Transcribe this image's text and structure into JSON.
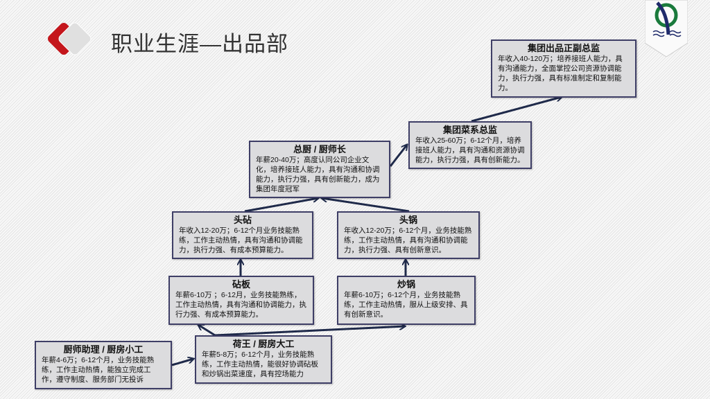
{
  "title": "职业生涯—出品部",
  "colors": {
    "box_fill": "#dcdcde",
    "box_border": "#3e3e66",
    "arrow": "#1f2a4a",
    "logo_red": "#c4161c",
    "badge_green": "#1a7a3c"
  },
  "positions": [
    {
      "id": "group-director",
      "title": "集团出品正副总监",
      "desc": "年收入40-120万；培养接班人能力，具有沟通能力，全面掌控公司资源协调能力，执行力强，具有标准制定和复制能力。"
    },
    {
      "id": "cuisine-director",
      "title": "集团菜系总监",
      "desc": "年收入25-60万；6-12个月，培养接班人能力，具有沟通和资源协调能力，执行力强，具有创新能力。"
    },
    {
      "id": "head-chef",
      "title": "总厨 / 厨师长",
      "desc": "年薪20-40万；高度认同公司企业文化，培养接班人能力，具有沟通和协调能力，执行力强，具有创新能力，成为集团年度冠军"
    },
    {
      "id": "head-cutting",
      "title": "头砧",
      "desc": "年收入12-20万；6-12个月业务技能熟练，工作主动热情，具有沟通和协调能力，执行力强、有成本预算能力。"
    },
    {
      "id": "head-wok",
      "title": "头锅",
      "desc": "年收入12-20万；6-12个月，业务技能熟练，工作主动热情，具有沟通和协调能力，执行力强、具有创新意识。"
    },
    {
      "id": "cutting-board",
      "title": "砧板",
      "desc": "年薪6-10万 ；6-12月，业务技能熟练，工作主动热情，具有沟通和协调能力，执行力强、有成本预算能力。"
    },
    {
      "id": "wok",
      "title": "炒锅",
      "desc": "年薪6-10万；6-12个月，业务技能熟练，工作主动热情，服从上级安排、具有创新意识。"
    },
    {
      "id": "lotus-king",
      "title": "荷王 / 厨房大工",
      "desc": "年薪5-8万；6-12个月，业务技能熟练，工作主动热情，能很好协调砧板和炒锅出菜速度，具有控场能力"
    },
    {
      "id": "assistant",
      "title": "厨师助理 / 厨房小工",
      "desc": "年薪4-6万；6-12个月，业务技能熟练，工作主动热情，能独立完成工作，遵守制度、服务部门无投诉"
    }
  ]
}
